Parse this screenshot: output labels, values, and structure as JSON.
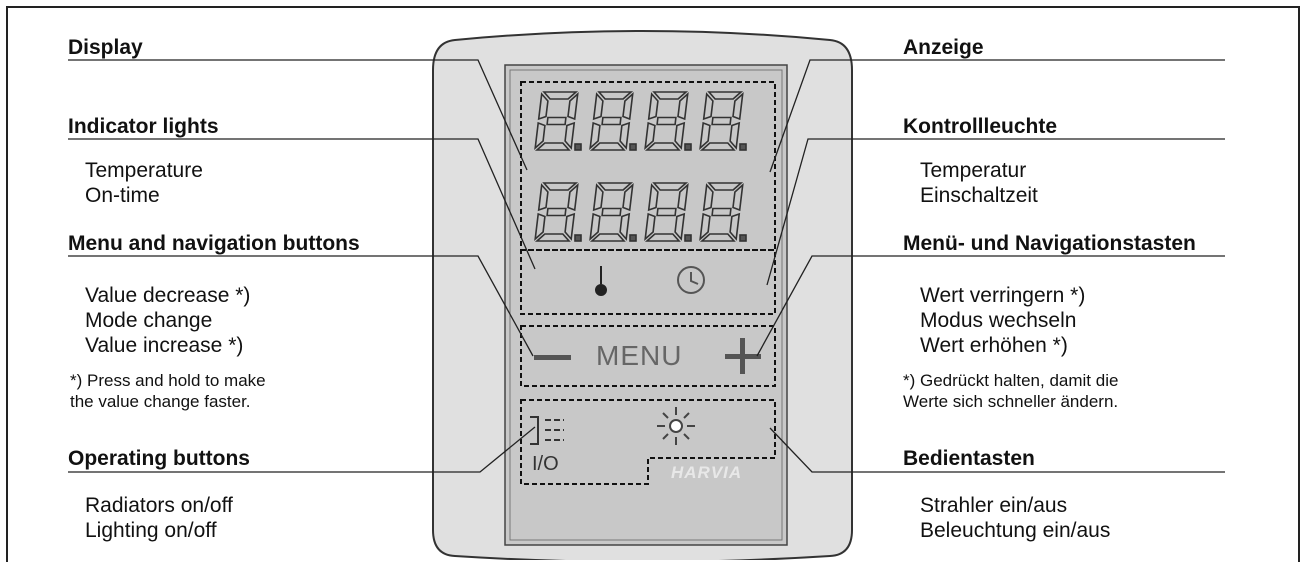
{
  "left": {
    "display": {
      "heading": "Display"
    },
    "indicator": {
      "heading": "Indicator lights",
      "items": [
        "Temperature",
        "On-time"
      ]
    },
    "menu": {
      "heading": "Menu and navigation buttons",
      "items": [
        "Value decrease *)",
        "Mode change",
        "Value increase *)"
      ],
      "note": [
        "*) Press and hold to make",
        "the value change faster."
      ]
    },
    "operating": {
      "heading": "Operating buttons",
      "items": [
        "Radiators on/off",
        "Lighting on/off"
      ]
    }
  },
  "right": {
    "display": {
      "heading": "Anzeige"
    },
    "indicator": {
      "heading": "Kontrollleuchte",
      "items": [
        "Temperatur",
        "Einschaltzeit"
      ]
    },
    "menu": {
      "heading": "Menü- und Navigationstasten",
      "items": [
        "Wert verringern *)",
        "Modus wechseln",
        "Wert erhöhen *)"
      ],
      "note": [
        "*) Gedrückt halten, damit die",
        "Werte sich schneller ändern."
      ]
    },
    "operating": {
      "heading": "Bedientasten",
      "items": [
        "Strahler ein/aus",
        "Beleuchtung ein/aus"
      ]
    }
  },
  "panel": {
    "menu_label": "MENU",
    "onoff_label": "I/O",
    "brand": "HARVIA",
    "icons": [
      "thermometer-icon",
      "clock-icon",
      "minus-icon",
      "plus-icon",
      "radiator-icon",
      "light-icon"
    ]
  }
}
